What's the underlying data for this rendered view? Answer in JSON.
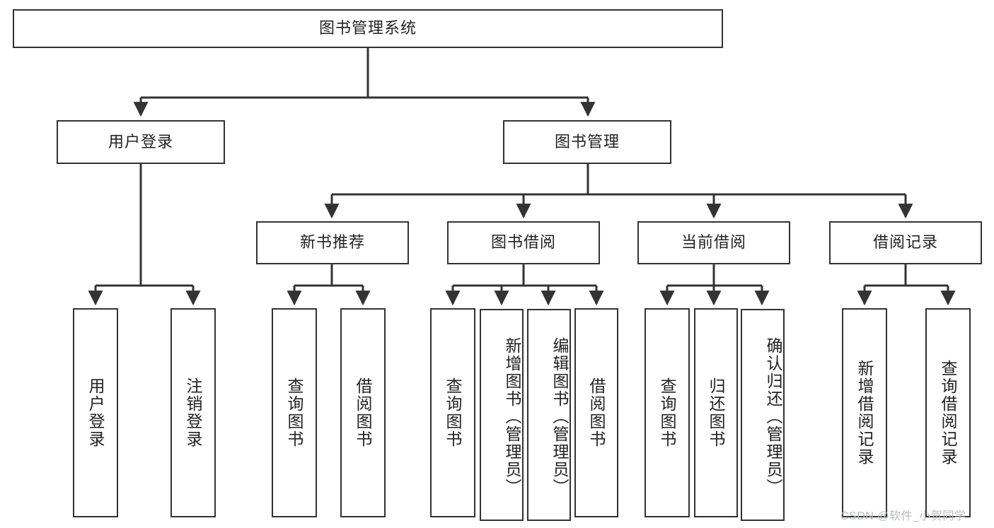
{
  "diagram": {
    "title": "图书管理系统",
    "type": "tree-hierarchy",
    "orientation": "top-down",
    "colors": {
      "stroke": "#333333",
      "fill": "#ffffff",
      "text": "#222222",
      "watermark": "#b9bcc0"
    },
    "levels": 4
  },
  "root": {
    "label": "图书管理系统"
  },
  "level2": [
    {
      "label": "用户登录"
    },
    {
      "label": "图书管理"
    }
  ],
  "level3": [
    {
      "label": "新书推荐"
    },
    {
      "label": "图书借阅"
    },
    {
      "label": "当前借阅"
    },
    {
      "label": "借阅记录"
    }
  ],
  "leaves": {
    "user_login": [
      {
        "label": "用户登录"
      },
      {
        "label": "注销登录"
      }
    ],
    "new_book_recommend": [
      {
        "label": "查询图书"
      },
      {
        "label": "借阅图书"
      }
    ],
    "book_borrow": [
      {
        "label": "查询图书"
      },
      {
        "label": "新增图书（管理员）"
      },
      {
        "label": "编辑图书（管理员）"
      },
      {
        "label": "借阅图书"
      }
    ],
    "current_borrow": [
      {
        "label": "查询图书"
      },
      {
        "label": "归还图书"
      },
      {
        "label": "确认归还（管理员）"
      }
    ],
    "borrow_record": [
      {
        "label": "新增借阅记录"
      },
      {
        "label": "查询借阅记录"
      }
    ]
  },
  "watermark": {
    "text": "CSDN @软件_小贺同学"
  }
}
